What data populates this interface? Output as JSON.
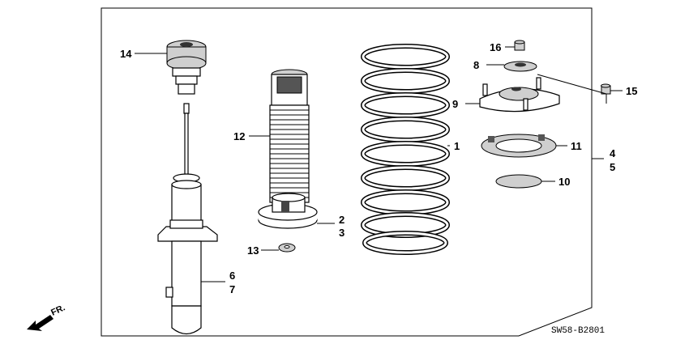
{
  "diagram": {
    "code": "SW58-B2801",
    "direction_label": "FR.",
    "callouts": {
      "c1": "1",
      "c2": "2",
      "c3": "3",
      "c4": "4",
      "c5": "5",
      "c6": "6",
      "c7": "7",
      "c8": "8",
      "c9": "9",
      "c10": "10",
      "c11": "11",
      "c12": "12",
      "c13": "13",
      "c14": "14",
      "c15": "15",
      "c16": "16"
    }
  }
}
